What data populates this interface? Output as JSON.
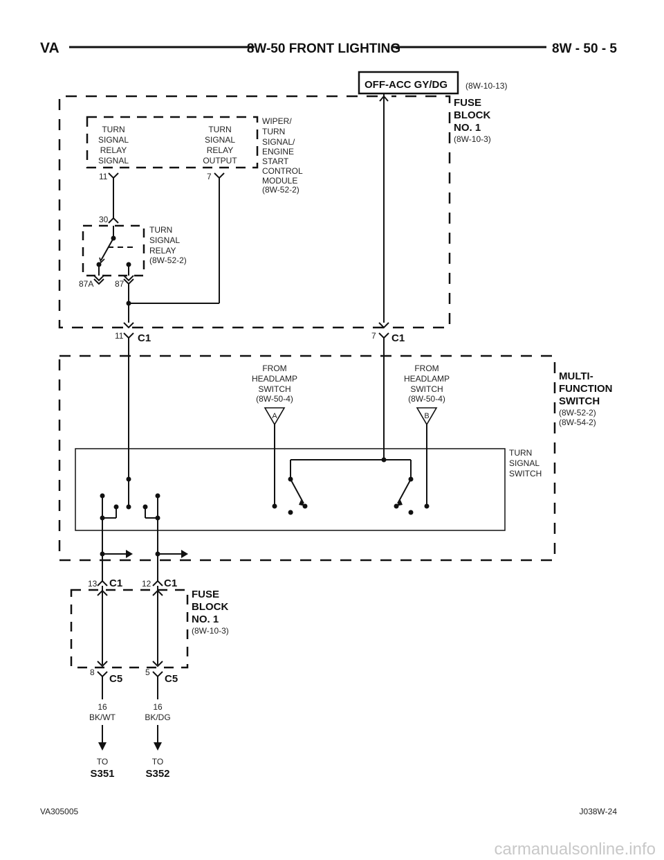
{
  "header": {
    "left": "VA",
    "title": "8W-50 FRONT LIGHTING",
    "right": "8W - 50 - 5"
  },
  "power_source": {
    "label": "OFF-ACC GY/DG",
    "ref": "(8W-10-13)"
  },
  "fuse_block_top": {
    "name": [
      "FUSE",
      "BLOCK",
      "NO. 1"
    ],
    "ref": "(8W-10-3)"
  },
  "module": {
    "name": [
      "WIPER/",
      "TURN",
      "SIGNAL/",
      "ENGINE",
      "START",
      "CONTROL",
      "MODULE"
    ],
    "ref": "(8W-52-2)",
    "pin_left_label": [
      "TURN",
      "SIGNAL",
      "RELAY",
      "SIGNAL"
    ],
    "pin_right_label": [
      "TURN",
      "SIGNAL",
      "RELAY",
      "OUTPUT"
    ],
    "pin_left": "11",
    "pin_right": "7"
  },
  "relay": {
    "name": [
      "TURN",
      "SIGNAL",
      "RELAY",
      "(8W-52-2)"
    ],
    "pin_30": "30",
    "pin_87a": "87A",
    "pin_87": "87"
  },
  "connectors_top": {
    "left_pin": "11",
    "left_name": "C1",
    "right_pin": "7",
    "right_name": "C1"
  },
  "mfs": {
    "name": [
      "MULTI-",
      "FUNCTION",
      "SWITCH"
    ],
    "refs": [
      "(8W-52-2)",
      "(8W-54-2)"
    ],
    "switch_label": [
      "TURN",
      "SIGNAL",
      "SWITCH"
    ],
    "from_a": [
      "FROM",
      "HEADLAMP",
      "SWITCH",
      "(8W-50-4)"
    ],
    "from_b": [
      "FROM",
      "HEADLAMP",
      "SWITCH",
      "(8W-50-4)"
    ],
    "tri_a": "A",
    "tri_b": "B"
  },
  "connectors_mid": {
    "left_pin": "13",
    "left_name": "C1",
    "right_pin": "12",
    "right_name": "C1"
  },
  "fuse_block_bottom": {
    "name": [
      "FUSE",
      "BLOCK",
      "NO. 1"
    ],
    "ref": "(8W-10-3)"
  },
  "connectors_bottom": {
    "left_pin": "8",
    "left_name": "C5",
    "right_pin": "5",
    "right_name": "C5"
  },
  "wires": {
    "left": [
      "16",
      "BK/WT"
    ],
    "right": [
      "16",
      "BK/DG"
    ]
  },
  "destinations": {
    "left": [
      "TO",
      "S351"
    ],
    "right": [
      "TO",
      "S352"
    ]
  },
  "footer": {
    "left": "VA305005",
    "right": "J038W-24"
  },
  "watermark": "carmanualsonline.info"
}
